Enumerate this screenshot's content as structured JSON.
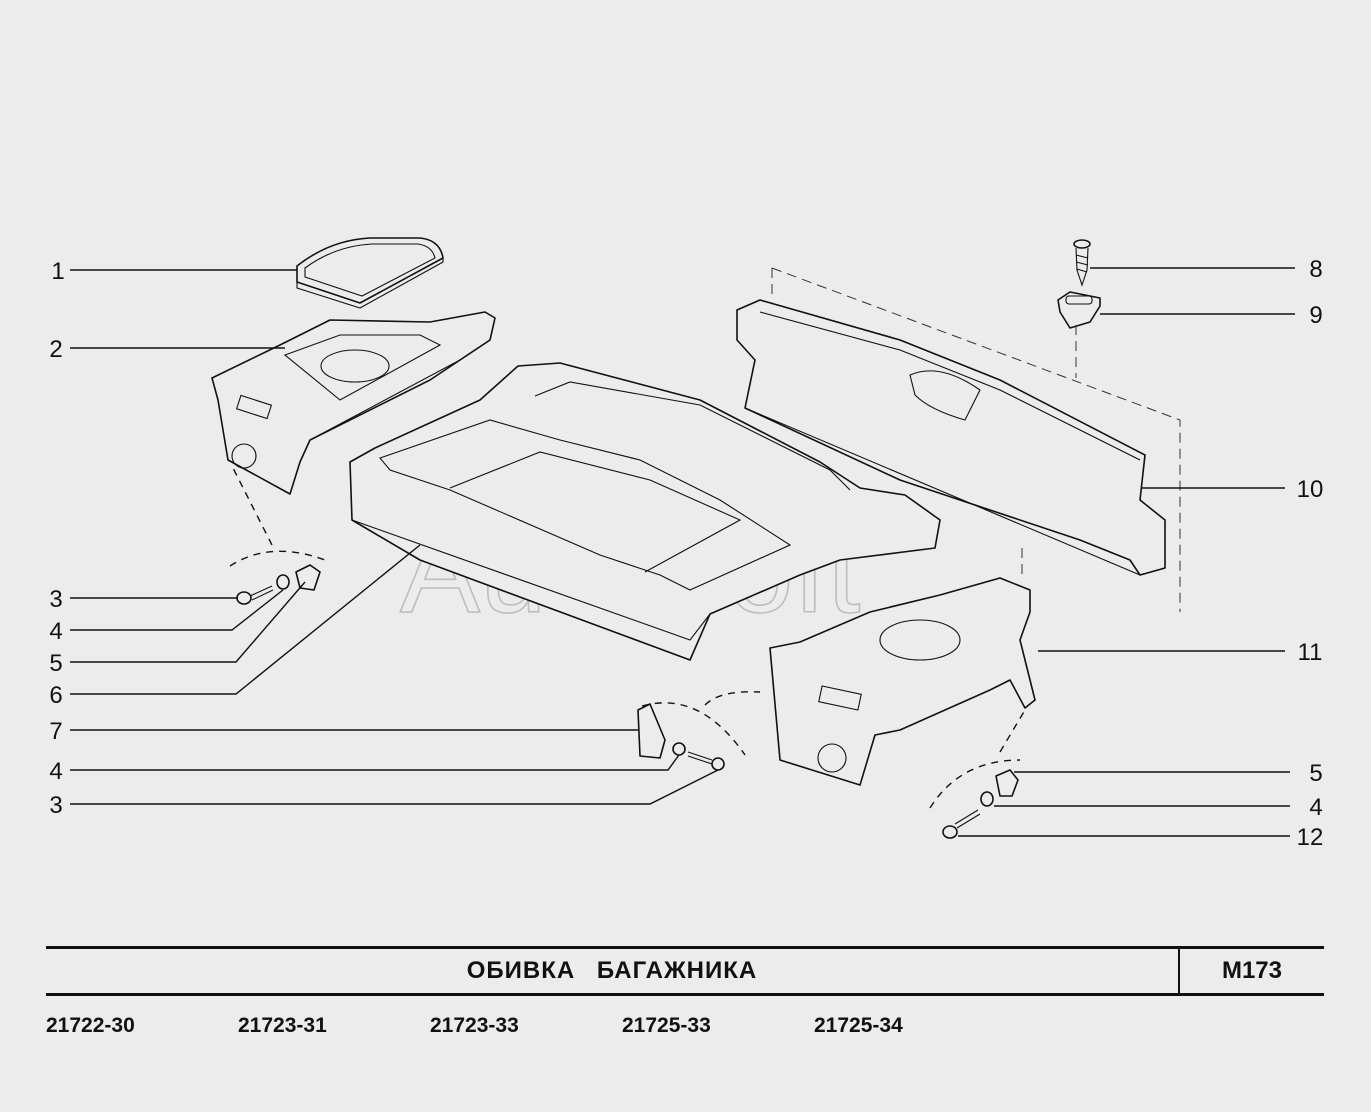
{
  "watermark": "AutoSoft",
  "callouts_left": [
    "1",
    "2",
    "3",
    "4",
    "5",
    "6",
    "7",
    "4",
    "3"
  ],
  "callouts_right": [
    "8",
    "9",
    "10",
    "11",
    "5",
    "4",
    "12"
  ],
  "title": "ОБИВКА   БАГАЖНИКА",
  "code": "M173",
  "models": [
    "21722-30",
    "21723-31",
    "21723-33",
    "21725-33",
    "21725-34"
  ]
}
